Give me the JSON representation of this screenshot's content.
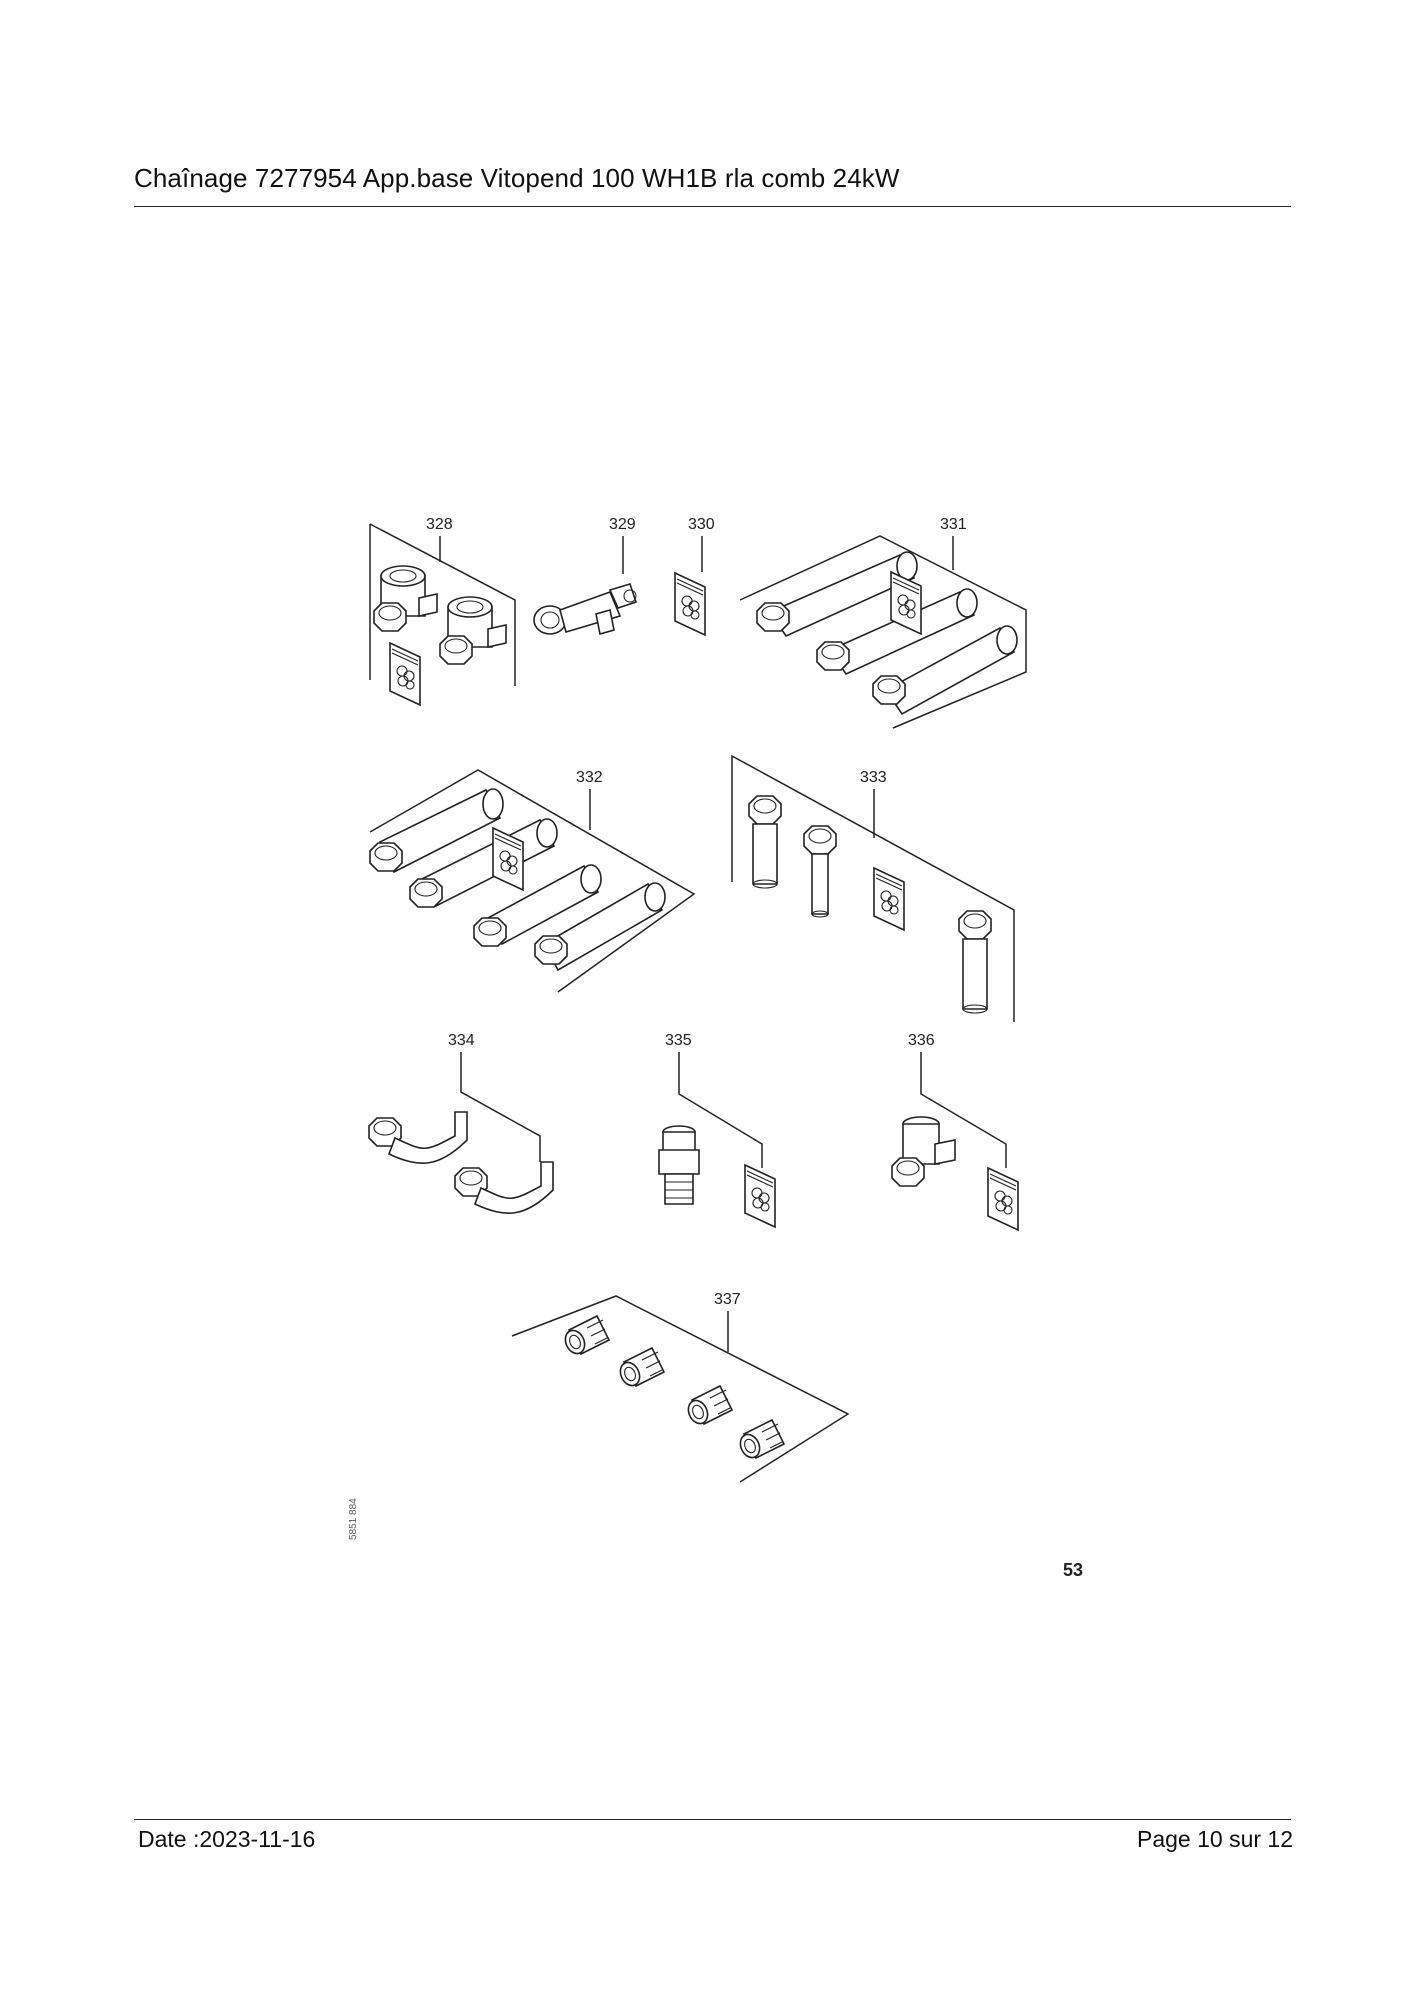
{
  "header": {
    "title": "Chaînage 7277954 App.base Vitopend 100 WH1B rla comb 24kW"
  },
  "figure": {
    "callouts": [
      "328",
      "329",
      "330",
      "331",
      "332",
      "333",
      "334",
      "335",
      "336",
      "337"
    ],
    "drawing_code": "5851 884",
    "figure_number": "53"
  },
  "footer": {
    "date": "Date :2023-11-16",
    "page": "Page 10 sur  12"
  }
}
